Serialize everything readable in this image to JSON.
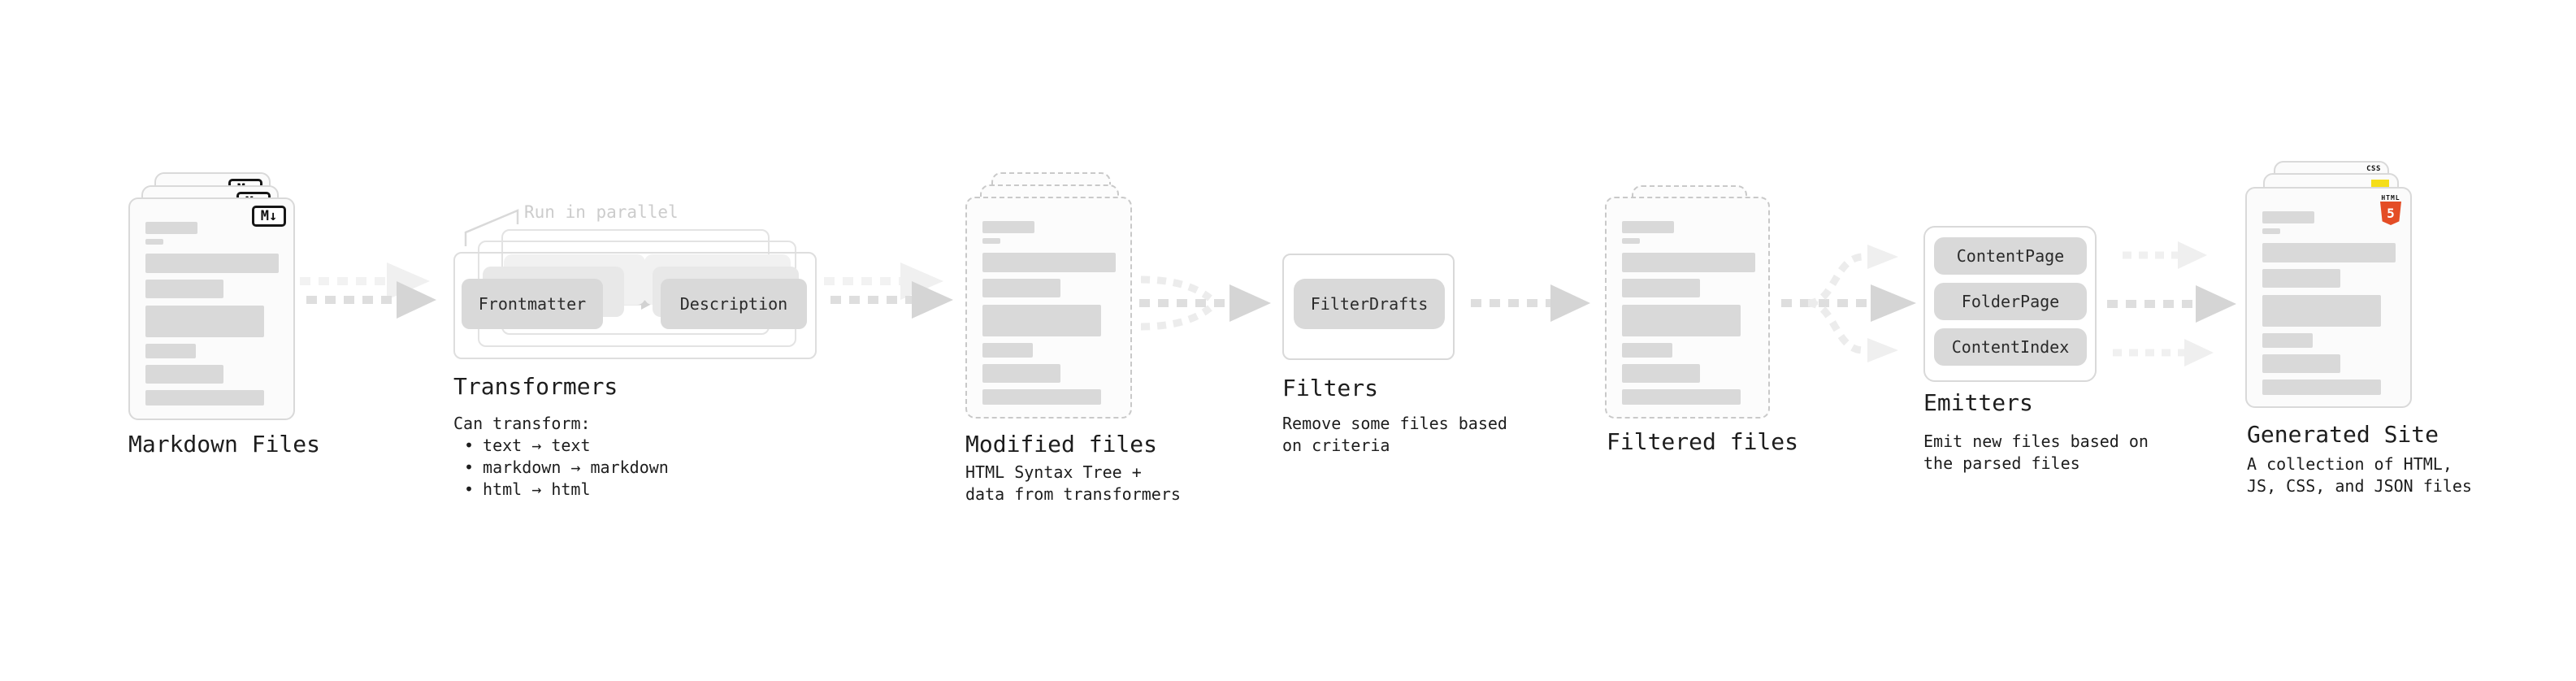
{
  "nodes": {
    "markdown_files": {
      "label": "Markdown Files",
      "icon_label": "M↓"
    },
    "transformers": {
      "parallel_note": "Run in parallel",
      "input_chip": "Frontmatter",
      "output_chip": "Description",
      "label": "Transformers",
      "desc_heading": "Can transform:",
      "bullet": "•",
      "desc_items": [
        "text → text",
        "markdown → markdown",
        "html → html"
      ]
    },
    "modified_files": {
      "label": "Modified files",
      "desc": [
        "HTML Syntax Tree +",
        "data from transformers"
      ]
    },
    "filters": {
      "chip": "FilterDrafts",
      "label": "Filters",
      "desc": [
        "Remove some files based",
        "on criteria"
      ]
    },
    "filtered_files": {
      "label": "Filtered files"
    },
    "emitters": {
      "chips": [
        "ContentPage",
        "FolderPage",
        "ContentIndex"
      ],
      "label": "Emitters",
      "desc": [
        "Emit new files based on",
        "the parsed files"
      ]
    },
    "generated_site": {
      "label": "Generated Site",
      "desc": [
        "A collection of HTML,",
        "JS, CSS, and JSON files"
      ],
      "css_badge": "CSS",
      "html_badge": "HTML",
      "html_badge_number": "5"
    }
  },
  "edges": [
    {
      "from": "Markdown Files",
      "to": "Transformers",
      "style": "dashed-double-arrow"
    },
    {
      "from": "Transformers",
      "to": "Modified files",
      "style": "dashed-double-arrow"
    },
    {
      "from": "Modified files",
      "to": "Filters",
      "style": "dashed-converge-3-to-1"
    },
    {
      "from": "Filters",
      "to": "Filtered files",
      "style": "dashed-arrow"
    },
    {
      "from": "Filtered files",
      "to": "Emitters",
      "style": "dashed-fan-1-to-3"
    },
    {
      "from": "Emitters",
      "to": "Generated Site",
      "style": "dashed-triple-arrow"
    }
  ],
  "colors": {
    "card_border": "#d9d9d9",
    "dashed_border": "#c9c9c9",
    "chip_fill": "#d9d9d9",
    "arrow_main": "#dedede",
    "arrow_ghost": "#f0f0f0",
    "text": "#1d1d1d",
    "html5_orange": "#e44d26",
    "js_yellow": "#f5de19",
    "css_blue": "#2962ff"
  }
}
